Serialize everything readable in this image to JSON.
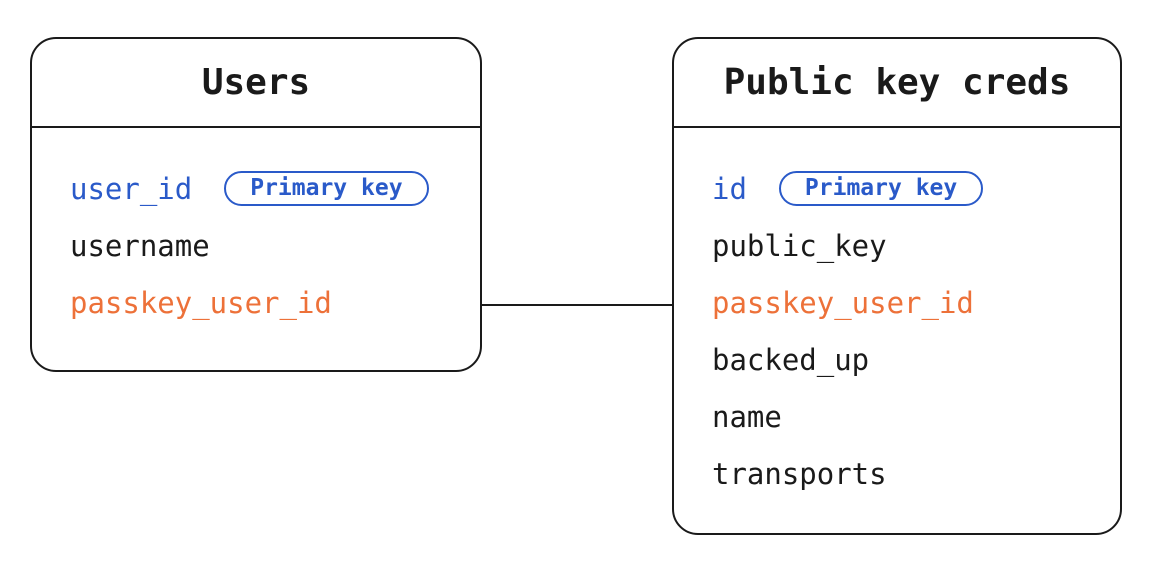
{
  "colors": {
    "blue": "#2a5ac9",
    "orange": "#ed7139",
    "ink": "#1a1a1a",
    "background": "#ffffff"
  },
  "tables": {
    "users": {
      "title": "Users",
      "fields": [
        {
          "label": "user_id",
          "color": "blue",
          "badge": "Primary key"
        },
        {
          "label": "username",
          "color": "ink"
        },
        {
          "label": "passkey_user_id",
          "color": "orange"
        }
      ]
    },
    "creds": {
      "title": "Public key creds",
      "fields": [
        {
          "label": "id",
          "color": "blue",
          "badge": "Primary key"
        },
        {
          "label": "public_key",
          "color": "ink"
        },
        {
          "label": "passkey_user_id",
          "color": "orange"
        },
        {
          "label": "backed_up",
          "color": "ink"
        },
        {
          "label": "name",
          "color": "ink"
        },
        {
          "label": "transports",
          "color": "ink"
        }
      ]
    }
  },
  "relationship": {
    "from_table": "Users",
    "from_field": "passkey_user_id",
    "to_table": "Public key creds",
    "to_field": "passkey_user_id"
  }
}
